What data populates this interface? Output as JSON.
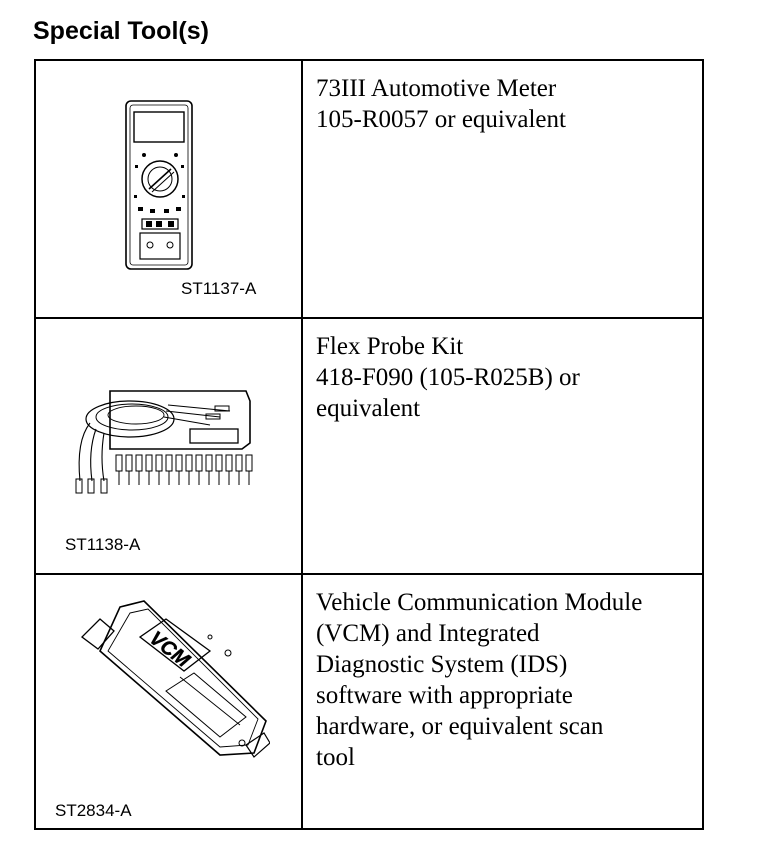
{
  "heading": "Special Tool(s)",
  "tools": [
    {
      "code": "ST1137-A",
      "description": [
        "73III Automotive Meter",
        "105-R0057 or equivalent"
      ]
    },
    {
      "code": "ST1138-A",
      "description": [
        "Flex Probe Kit",
        "418-F090 (105-R025B) or",
        "equivalent"
      ]
    },
    {
      "code": "ST2834-A",
      "illustration_text": "VCM",
      "description": [
        "Vehicle Communication Module",
        "(VCM) and Integrated",
        "Diagnostic System (IDS)",
        "software with appropriate",
        "hardware, or equivalent scan",
        "tool"
      ]
    }
  ]
}
